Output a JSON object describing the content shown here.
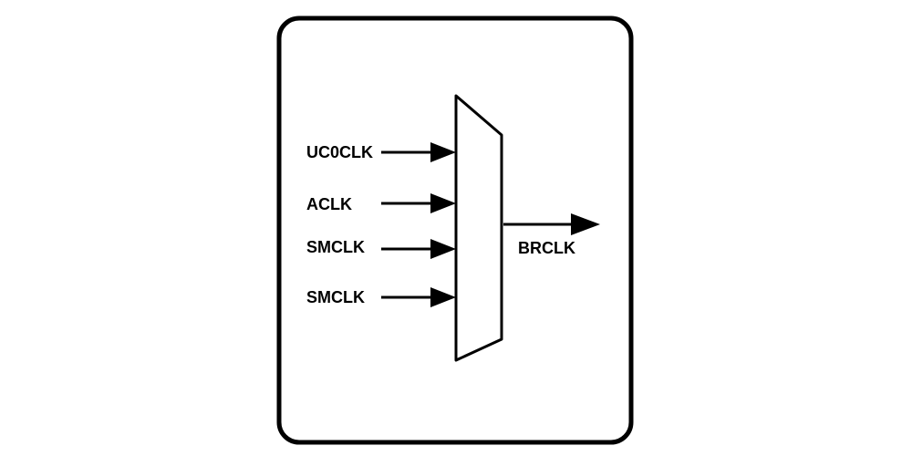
{
  "diagram": {
    "inputs": [
      {
        "label": "UC0CLK"
      },
      {
        "label": "ACLK"
      },
      {
        "label": "SMCLK"
      },
      {
        "label": "SMCLK"
      }
    ],
    "output": {
      "label": "BRCLK"
    }
  },
  "colors": {
    "stroke": "#000000",
    "background": "#ffffff"
  }
}
